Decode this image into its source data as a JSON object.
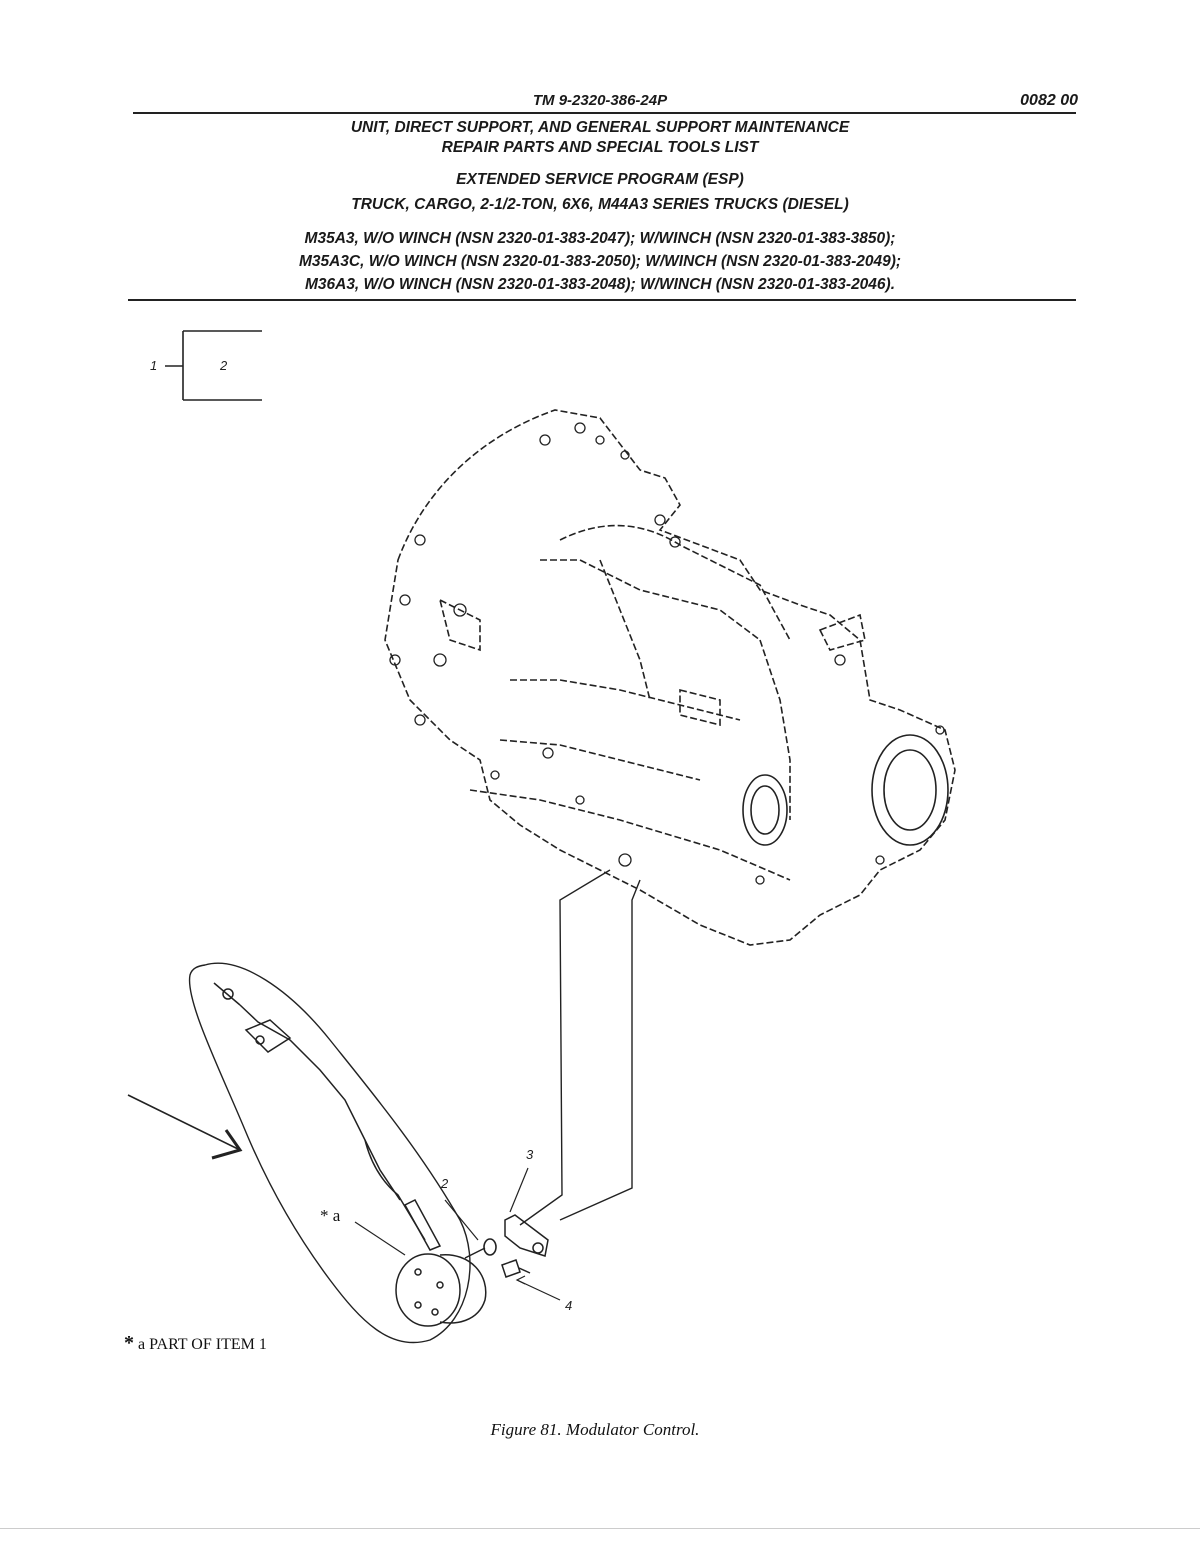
{
  "header": {
    "tm_number": "TM 9-2320-386-24P",
    "work_package": "0082 00",
    "title_line1": "UNIT, DIRECT SUPPORT, AND GENERAL SUPPORT MAINTENANCE",
    "title_line2": "REPAIR PARTS AND SPECIAL TOOLS LIST",
    "program": "EXTENDED SERVICE PROGRAM (ESP)",
    "vehicle": "TRUCK, CARGO, 2-1/2-TON, 6X6, M44A3 SERIES TRUCKS (DIESEL)",
    "models": [
      "M35A3, W/O WINCH (NSN 2320-01-383-2047); W/WINCH (NSN 2320-01-383-3850);",
      "M35A3C, W/O WINCH (NSN 2320-01-383-2050); W/WINCH (NSN 2320-01-383-2049);",
      "M36A3, W/O WINCH (NSN 2320-01-383-2048); W/WINCH (NSN 2320-01-383-2046)."
    ]
  },
  "legend_box": {
    "item_a": "1",
    "item_b": "2"
  },
  "callouts": {
    "item_2": "2",
    "item_3": "3",
    "item_4": "4",
    "star_a": "* a"
  },
  "footnote": {
    "star": "*",
    "text": "a PART OF ITEM 1"
  },
  "caption": "Figure 81.  Modulator Control."
}
